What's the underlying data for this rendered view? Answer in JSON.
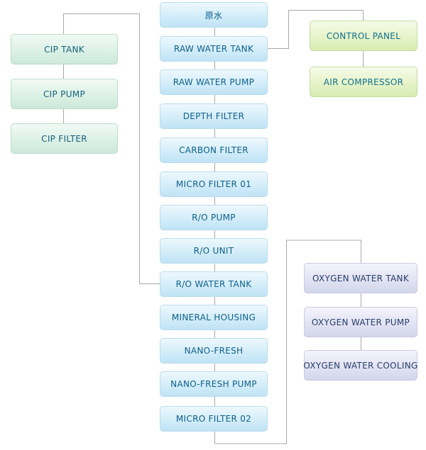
{
  "main_chain": [
    "原水",
    "RAW WATER TANK",
    "RAW WATER PUMP",
    "DEPTH FILTER",
    "CARBON FILTER",
    "MICRO FILTER 01",
    "R/O PUMP",
    "R/O UNIT",
    "R/O WATER TANK",
    "MINERAL HOUSING",
    "NANO-FRESH",
    "NANO-FRESH PUMP",
    "MICRO FILTER 02"
  ],
  "cip_branch": [
    "CIP TANK",
    "CIP PUMP",
    "CIP FILTER"
  ],
  "control_branch": [
    "CONTROL PANEL",
    "AIR COMPRESSOR"
  ],
  "oxygen_branch": [
    "OXYGEN WATER TANK",
    "OXYGEN WATER PUMP",
    "OXYGEN WATER COOLING"
  ],
  "colors": {
    "main_chain": "#d3edf9",
    "cip_branch": "#dcf1e6",
    "control_branch": "#e6f3c9",
    "oxygen_branch": "#e2e3f3",
    "connector": "#a9a9a9"
  }
}
